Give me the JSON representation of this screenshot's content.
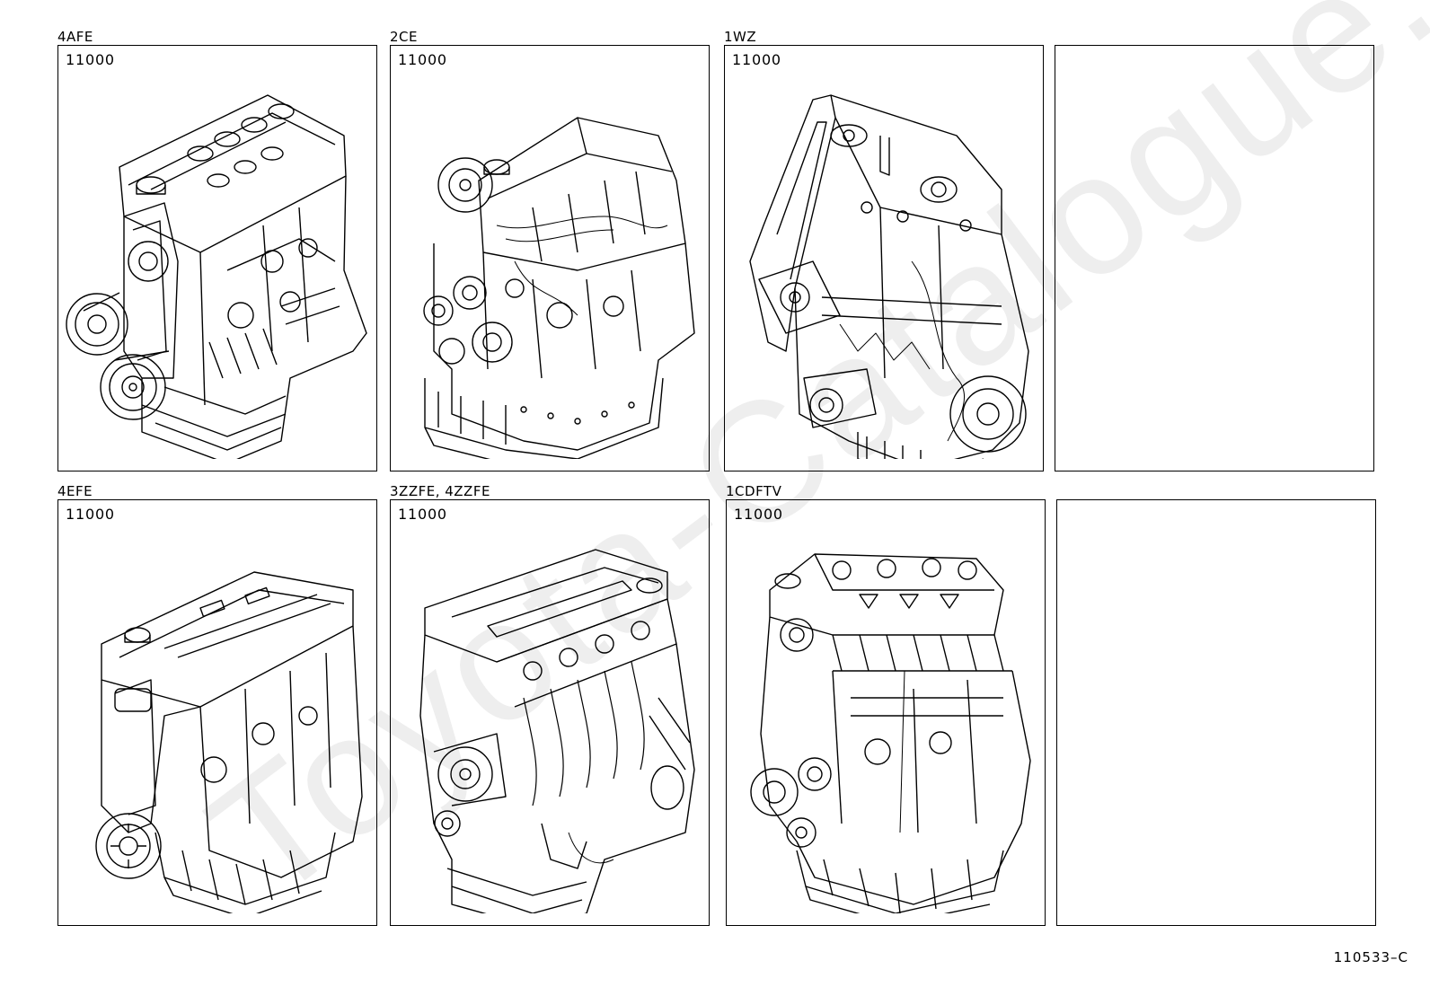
{
  "panels": [
    {
      "engine": "4AFE",
      "part_number": "11000",
      "icon": "engine-illustration-4afe"
    },
    {
      "engine": "2CE",
      "part_number": "11000",
      "icon": "engine-illustration-2ce"
    },
    {
      "engine": "1WZ",
      "part_number": "11000",
      "icon": "engine-illustration-1wz"
    },
    {
      "engine": "",
      "part_number": "",
      "icon": ""
    },
    {
      "engine": "4EFE",
      "part_number": "11000",
      "icon": "engine-illustration-4efe"
    },
    {
      "engine": "3ZZFE, 4ZZFE",
      "part_number": "11000",
      "icon": "engine-illustration-3zzfe-4zzfe"
    },
    {
      "engine": "1CDFTV",
      "part_number": "11000",
      "icon": "engine-illustration-1cdftv"
    },
    {
      "engine": "",
      "part_number": "",
      "icon": ""
    }
  ],
  "figure_code": "110533–C",
  "watermark": "Toyota-Catalogue.ru",
  "colors": {
    "line": "#000000",
    "background": "#ffffff",
    "watermark": "#ececec"
  }
}
